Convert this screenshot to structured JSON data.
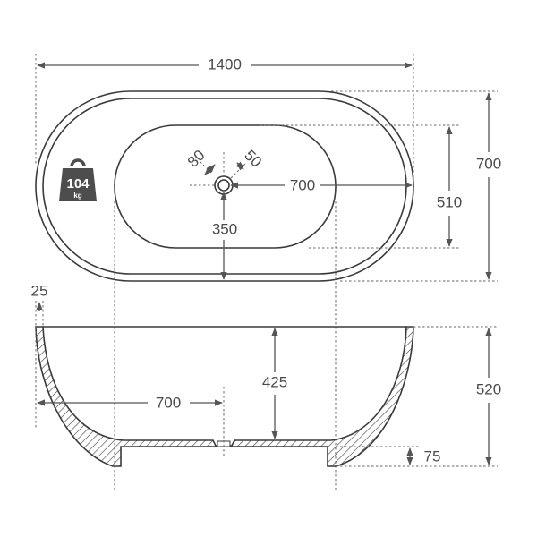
{
  "colors": {
    "line": "#3a3a3a",
    "text": "#4a4a4a",
    "weight_badge": "#4d4d4d"
  },
  "weight": {
    "value": "104",
    "unit": "kg",
    "icon": "weight-icon"
  },
  "top_view": {
    "overall_length": "1400",
    "overall_width": "700",
    "basin_width": "510",
    "drain_to_end": "700",
    "drain_to_side": "350",
    "drain_outer_diameter": "80",
    "drain_inner_diameter": "50"
  },
  "side_view": {
    "rim_thickness": "25",
    "inner_depth": "425",
    "overall_height": "520",
    "base_height": "75",
    "drain_to_end": "700"
  }
}
